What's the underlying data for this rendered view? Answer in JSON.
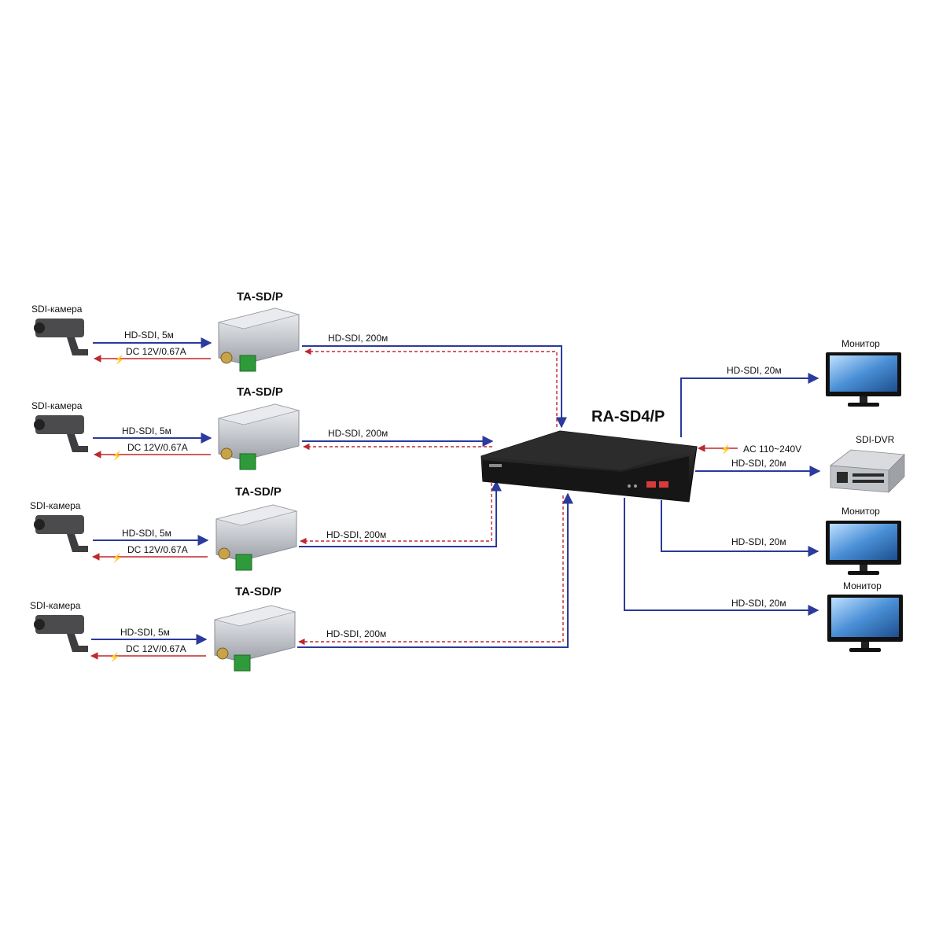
{
  "cameras": [
    {
      "label": "SDI-камера"
    },
    {
      "label": "SDI-камера"
    },
    {
      "label": "SDI-камера"
    },
    {
      "label": "SDI-камера"
    }
  ],
  "transmitters": [
    {
      "model": "TA-SD/P",
      "input_link": "HD-SDI, 5м",
      "power_link": "DC 12V/0.67A",
      "output_link": "HD-SDI, 200м"
    },
    {
      "model": "TA-SD/P",
      "input_link": "HD-SDI, 5м",
      "power_link": "DC 12V/0.67A",
      "output_link": "HD-SDI, 200м"
    },
    {
      "model": "TA-SD/P",
      "input_link": "HD-SDI, 5м",
      "power_link": "DC 12V/0.67A",
      "output_link": "HD-SDI, 200м"
    },
    {
      "model": "TA-SD/P",
      "input_link": "HD-SDI, 5м",
      "power_link": "DC 12V/0.67A",
      "output_link": "HD-SDI, 200м"
    }
  ],
  "receiver": {
    "model": "RA-SD4/P",
    "power": "AC 110~240V"
  },
  "outputs": [
    {
      "device": "Монитор",
      "link": "HD-SDI, 20м"
    },
    {
      "device": "SDI-DVR",
      "link": "HD-SDI, 20м"
    },
    {
      "device": "Монитор",
      "link": "HD-SDI, 20м"
    },
    {
      "device": "Монитор",
      "link": "HD-SDI, 20м"
    }
  ],
  "colors": {
    "video_line": "#2b3a9c",
    "power_line": "#c0282d",
    "screen": "#4a8fd6",
    "connector": "#2f9a3a"
  }
}
